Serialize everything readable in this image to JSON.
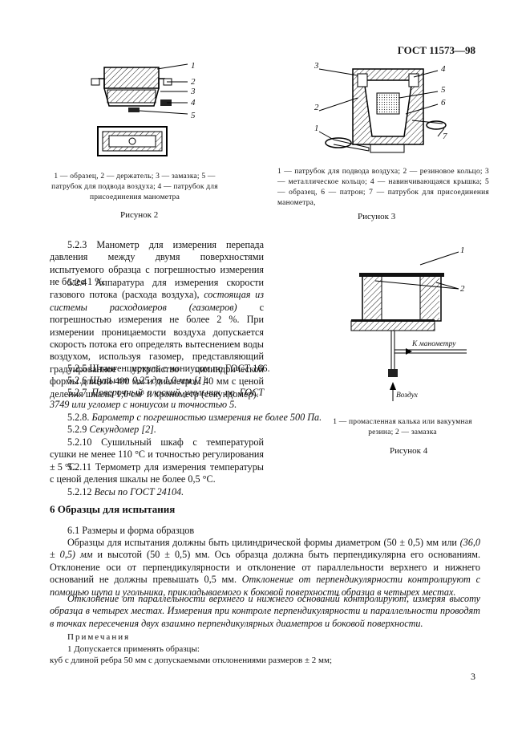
{
  "header": "ГОСТ 11573—98",
  "fig2": {
    "labels": [
      "1",
      "2",
      "3",
      "4",
      "5"
    ],
    "caption": "1 — образец, 2 — держатель; 3 — замазка; 5 — патрубок для подвода воздуха; 4 — патрубок для присоединения манометра",
    "title": "Рисунок 2"
  },
  "fig3": {
    "labels": [
      "1",
      "2",
      "3",
      "4",
      "5",
      "6",
      "7"
    ],
    "caption": "1 — патрубок для подвода воздуха; 2 — резиновое кольцо; 3 — металлическое кольцо; 4 — навинчивающаяся крышка; 5 — образец, 6 — патрон; 7 — патрубок для присоединения манометра,",
    "title": "Рисунок 3"
  },
  "fig4": {
    "labels": [
      "1",
      "2"
    ],
    "to_manometer": "К манометру",
    "air": "Воздух",
    "caption": "1 — промасленная калька или вакуумная резина; 2 — замазка",
    "title": "Рисунок 4"
  },
  "section5": {
    "p523": "5.2.3 Манометр для измерения перепада давления между двумя поверхностями испытуемого образца с погрешностью измерения не более 1 %.",
    "p524_a": "5.2.4 Аппаратура для измерения скорости газового потока (расхода воздуха), ",
    "p524_b": "состоящая из системы расходомеров (газомеров)",
    "p524_c": " с погрешностью измерения не более 2 %. При измерении проницаемости воздуха допускается скорость потока его определять вытеснением воды воздухом, используя газомер, представляющий градуированное устройство цилиндрической формы длиной 400 мм и диаметром 40 мм с ценой деления шкалы 1,0 см³ и хронометр (секундомер).",
    "p525": "5.2.5 Штангенциркуль с нониусом по ГОСТ 166.",
    "p526_n": "5.2.6 ",
    "p526_t": "Щупы от 0,25 до 1,0 мм [1].",
    "p527_n": "5.2.7 ",
    "p527_t": "Поверочный плоский угольник по ГОСТ 3749 или угломер с нониусом и точностью 5.",
    "p528_n": "5.2.8. ",
    "p528_t": "Барометр с погрешностью измерения не более 500 Па.",
    "p529_n": "5.2.9 ",
    "p529_t": "Секундомер [2].",
    "p5210": "5.2.10 Сушильный шкаф с температурой сушки не менее 110 °С и точностью регулирования ± 5 °С.",
    "p5211": "5.2.11 Термометр для измерения температуры с ценой деления шкалы не более 0,5 °С.",
    "p5212_n": "5.2.12 ",
    "p5212_t": "Весы по ГОСТ 24104."
  },
  "section6": {
    "heading": "6 Образцы для испытания",
    "p61": "6.1 Размеры и форма образцов",
    "body_a": "Образцы для испытания должны быть цилиндрической формы диаметром (50 ± 0,5) мм или ",
    "body_b": "(36,0 ± 0,5) мм",
    "body_c": " и высотой (50 ± 0,5) мм. Ось образца должна быть перпендикулярна его основаниям. Отклонение оси от перпендикулярности и отклонение от параллельности верхнего и нижнего оснований не должны превышать 0,5 мм. ",
    "body_d": "Отклонение от перпендикулярности контролируют с помощью щупа и угольника, прикладываемого к боковой поверхности образца в четырех местах.",
    "p2": "Отклонение от параллельности верхнего и нижнего оснований контролируют, измеряя высоту образца в четырех местах. Измерения при контроле перпендикулярности и параллельности проводят в точках пересечения двух взаимно перпендикулярных диаметров и боковой поверхности.",
    "notes_title": "Примечания",
    "note1": "1 Допускается применять образцы:",
    "note1b": "куб с длиной ребра 50 мм с допускаемыми отклонениями размеров ± 2 мм;"
  },
  "page_number": "3"
}
